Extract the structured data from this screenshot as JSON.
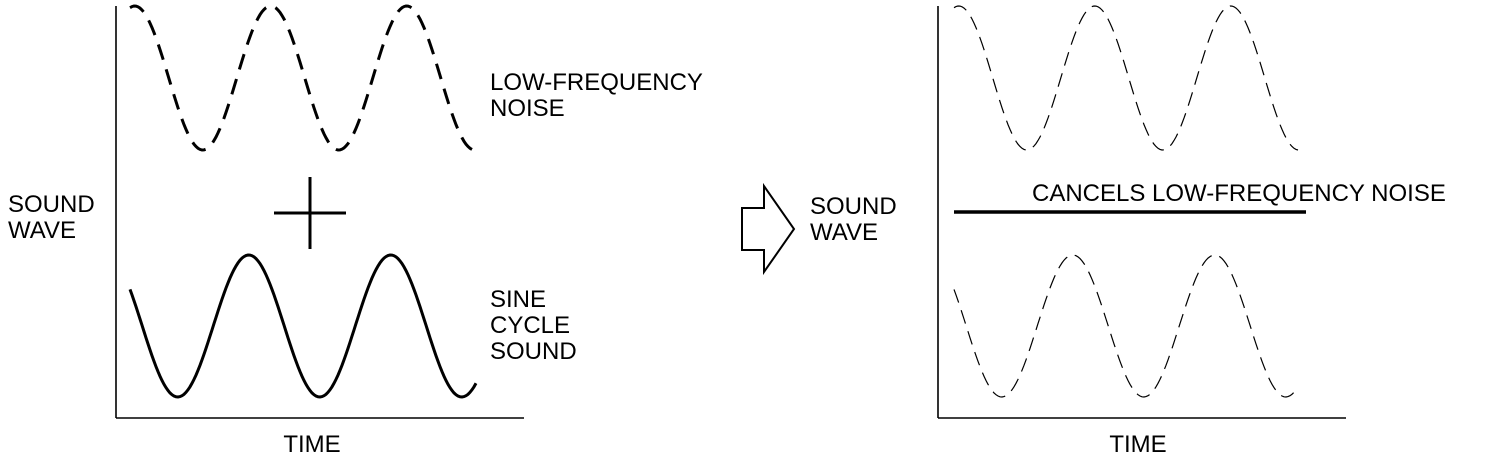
{
  "left_panel": {
    "ylabel": [
      "SOUND",
      "WAVE"
    ],
    "xlabel": "TIME",
    "noise_label": [
      "LOW-FREQUENCY",
      "NOISE"
    ],
    "sine_label": [
      "SINE",
      "CYCLE",
      "SOUND"
    ],
    "operator": "plus"
  },
  "arrow": {
    "icon": "right-arrow-icon"
  },
  "right_panel": {
    "ylabel": [
      "SOUND",
      "WAVE"
    ],
    "xlabel": "TIME",
    "result_label": "CANCELS LOW-FREQUENCY NOISE"
  },
  "colors": {
    "line": "#000000",
    "background": "#ffffff"
  }
}
